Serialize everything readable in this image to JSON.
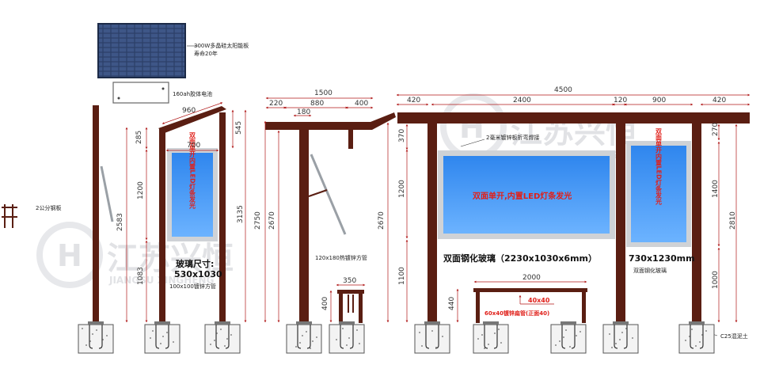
{
  "notes": {
    "solar_panel": "300W多晶硅太阳能板",
    "solar_life": "寿命20年",
    "battery": "160ah胶体电池",
    "steel_plate": "2公分钢板",
    "pipe_100": "100x100镀锌方管",
    "pipe_120": "120x180热镀锌方管",
    "plate_weld": "2毫米镀锌板折弯焊接",
    "concrete": "C25混泥土",
    "flat_pipe": "60x40镀锌扁管(正面40)",
    "bench_40": "40x40"
  },
  "glass": {
    "left_title": "玻璃尺寸:",
    "left_size": "530x1030",
    "main": "双面钢化玻璃（2230x1030x6mm）",
    "right_size": "730x1230mm",
    "right_name": "双面钢化玻璃",
    "led_main": "双面单开,内置LED灯条发光",
    "led_vertical": "双面单开内置LED灯条发光"
  },
  "dimensions": {
    "v1_960": "960",
    "v1_700": "700",
    "v1_285": "285",
    "v1_545": "545",
    "v1_1200": "1200",
    "v1_1083": "1083",
    "v1_2583": "2583",
    "v1_3135": "3135",
    "v2_1500": "1500",
    "v2_220": "220",
    "v2_880": "880",
    "v2_400": "400",
    "v2_180": "180",
    "v2_2750": "2750",
    "v2_2670": "2670",
    "bench_350": "350",
    "bench_400": "400",
    "v3_4500": "4500",
    "v3_420a": "420",
    "v3_2400": "2400",
    "v3_120": "120",
    "v3_900": "900",
    "v3_420b": "420",
    "v3_370": "370",
    "v3_1200": "1200",
    "v3_1100": "1100",
    "v3_2670": "2670",
    "v3_440": "440",
    "v3_2000": "2000",
    "v3_270": "270",
    "v3_1400": "1400",
    "v3_1000": "1000",
    "v3_2810": "2810"
  },
  "watermark": {
    "cn": "江苏兴恒",
    "en": "JIANGSU XINGHENG"
  },
  "colors": {
    "post": "#5a1e12",
    "glass": "#3d8ff0",
    "frame": "#cfd2d6",
    "led_text": "#e0201a",
    "dim_line": "#b01818"
  }
}
